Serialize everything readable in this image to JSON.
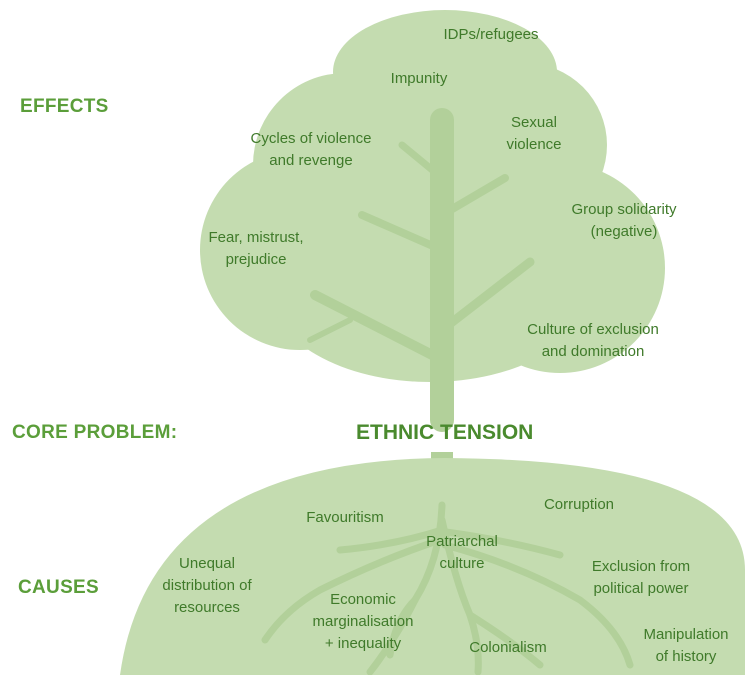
{
  "sections": {
    "effects": "EFFECTS",
    "core_problem": "CORE PROBLEM:",
    "causes": "CAUSES"
  },
  "core": {
    "title": "ETHNIC TENSION"
  },
  "effects": [
    {
      "lines": [
        "IDPs/refugees"
      ]
    },
    {
      "lines": [
        "Impunity"
      ]
    },
    {
      "lines": [
        "Sexual",
        "violence"
      ]
    },
    {
      "lines": [
        "Cycles of violence",
        "and revenge"
      ]
    },
    {
      "lines": [
        "Group solidarity",
        "(negative)"
      ]
    },
    {
      "lines": [
        "Fear, mistrust,",
        "prejudice"
      ]
    },
    {
      "lines": [
        "Culture of exclusion",
        "and domination"
      ]
    }
  ],
  "causes": [
    {
      "lines": [
        "Favouritism"
      ]
    },
    {
      "lines": [
        "Corruption"
      ]
    },
    {
      "lines": [
        "Unequal",
        "distribution of",
        "resources"
      ]
    },
    {
      "lines": [
        "Patriarchal",
        "culture"
      ]
    },
    {
      "lines": [
        "Exclusion from",
        "political power"
      ]
    },
    {
      "lines": [
        "Economic",
        "marginalisation",
        "+ inequality"
      ]
    },
    {
      "lines": [
        "Colonialism"
      ]
    },
    {
      "lines": [
        "Manipulation",
        "of history"
      ]
    }
  ],
  "colors": {
    "canopy": "#c4dcb0",
    "trunk": "#b2d09a",
    "ground": "#c4dcb0",
    "roots": "#b2d09a",
    "text": "#3f7a2a",
    "heading": "#5b9e3a"
  }
}
